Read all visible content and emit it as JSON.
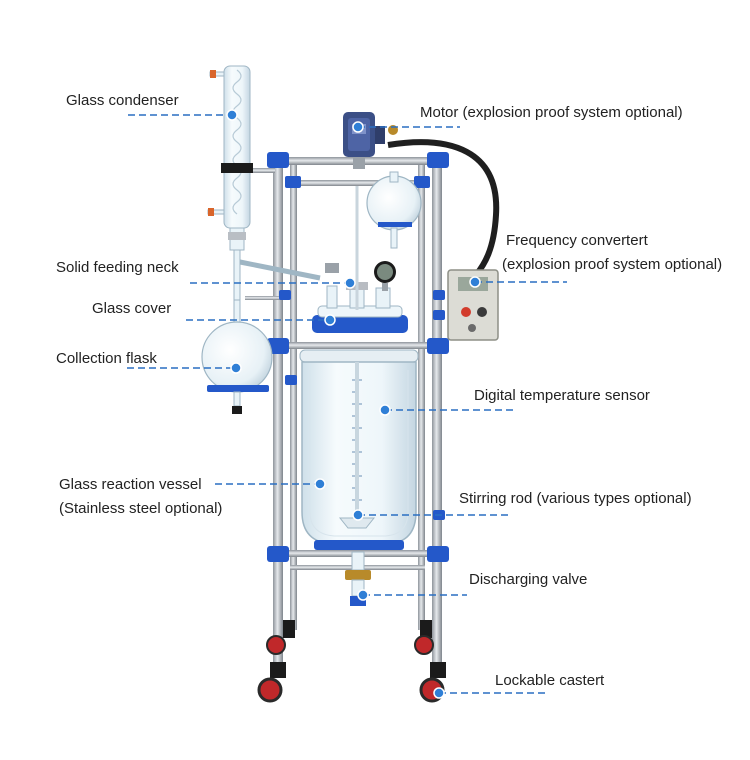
{
  "labels": {
    "glass_condenser": "Glass condenser",
    "motor": "Motor (explosion proof system optional)",
    "frequency_converter_line1": "Frequency convertert",
    "frequency_converter_line2": "(explosion proof system optional)",
    "solid_feeding_neck": "Solid feeding neck",
    "glass_cover": "Glass cover",
    "collection_flask": "Collection flask",
    "digital_temperature_sensor": "Digital temperature sensor",
    "glass_reaction_vessel_line1": "Glass reaction vessel",
    "glass_reaction_vessel_line2": "(Stainless steel optional)",
    "stirring_rod": "Stirring rod (various types optional)",
    "discharging_valve": "Discharging valve",
    "lockable_caster": "Lockable castert"
  },
  "colors": {
    "leader_line": "#2a6fc2",
    "leader_dot": "#2f7fd6",
    "label_text": "#222222",
    "frame_steel": "#b8bcc2",
    "bracket_blue": "#2458c9",
    "glass": "#e9f3f8",
    "glass_edge": "#9fb6c4",
    "caster_red": "#c0282a"
  }
}
